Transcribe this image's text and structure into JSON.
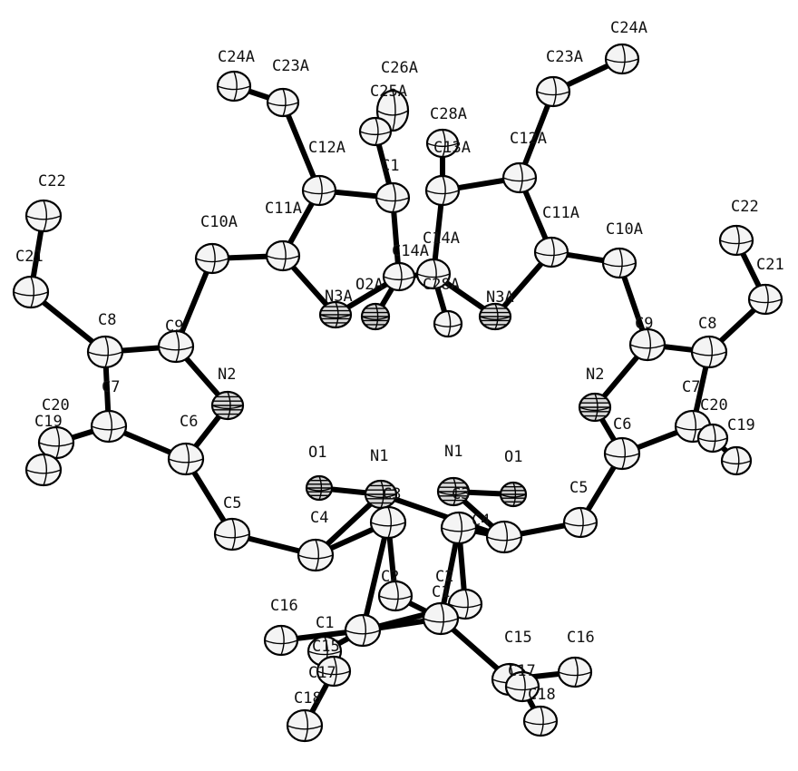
{
  "diagram": {
    "atoms": [
      {
        "id": "c24a_l",
        "label": "C24A",
        "element": "C"
      },
      {
        "id": "c23a_l",
        "label": "C23A",
        "element": "C"
      },
      {
        "id": "c26a",
        "label": "C26A",
        "element": "C"
      },
      {
        "id": "c25a",
        "label": "C25A",
        "element": "C"
      },
      {
        "id": "c12a_l",
        "label": "C12A",
        "element": "C"
      },
      {
        "id": "c13a_l",
        "label": "C1",
        "element": "C"
      },
      {
        "id": "c13a_r",
        "label": "C13A",
        "element": "C"
      },
      {
        "id": "c12a_r",
        "label": "C12A",
        "element": "C"
      },
      {
        "id": "c23a_r",
        "label": "C23A",
        "element": "C"
      },
      {
        "id": "c24a_r",
        "label": "C24A",
        "element": "C"
      },
      {
        "id": "c28a_top",
        "label": "C28A",
        "element": "C"
      },
      {
        "id": "c11a_l",
        "label": "C11A",
        "element": "C"
      },
      {
        "id": "c10a_l",
        "label": "C10A",
        "element": "C"
      },
      {
        "id": "c14a_l",
        "label": "C14A",
        "element": "C"
      },
      {
        "id": "c14a_r",
        "label": "C14A",
        "element": "C"
      },
      {
        "id": "c11a_r",
        "label": "C11A",
        "element": "C"
      },
      {
        "id": "c10a_r",
        "label": "C10A",
        "element": "C"
      },
      {
        "id": "n3a_l",
        "label": "N3A",
        "element": "N"
      },
      {
        "id": "o2a",
        "label": "O2A",
        "element": "O"
      },
      {
        "id": "c28a_low",
        "label": "C28A",
        "element": "C"
      },
      {
        "id": "n3a_r",
        "label": "N3A",
        "element": "N"
      },
      {
        "id": "c22_l",
        "label": "C22",
        "element": "C"
      },
      {
        "id": "c21_l",
        "label": "C21",
        "element": "C"
      },
      {
        "id": "c8_l",
        "label": "C8",
        "element": "C"
      },
      {
        "id": "c9_l",
        "label": "C9",
        "element": "C"
      },
      {
        "id": "n2_l",
        "label": "N2",
        "element": "N"
      },
      {
        "id": "c7_l",
        "label": "C7",
        "element": "C"
      },
      {
        "id": "c6_l",
        "label": "C6",
        "element": "C"
      },
      {
        "id": "c20_l",
        "label": "C20",
        "element": "C"
      },
      {
        "id": "c19_l",
        "label": "C19",
        "element": "C"
      },
      {
        "id": "c5_l",
        "label": "C5",
        "element": "C"
      },
      {
        "id": "c22_r",
        "label": "C22",
        "element": "C"
      },
      {
        "id": "c21_r",
        "label": "C21",
        "element": "C"
      },
      {
        "id": "c9_r",
        "label": "C9",
        "element": "C"
      },
      {
        "id": "c8_r",
        "label": "C8",
        "element": "C"
      },
      {
        "id": "n2_r",
        "label": "N2",
        "element": "N"
      },
      {
        "id": "c6_r",
        "label": "C6",
        "element": "C"
      },
      {
        "id": "c7_r",
        "label": "C7",
        "element": "C"
      },
      {
        "id": "c20_r",
        "label": "C20",
        "element": "C"
      },
      {
        "id": "c19_r",
        "label": "C19",
        "element": "C"
      },
      {
        "id": "c5_r",
        "label": "C5",
        "element": "C"
      },
      {
        "id": "o1_l",
        "label": "O1",
        "element": "O"
      },
      {
        "id": "n1_l",
        "label": "N1",
        "element": "N"
      },
      {
        "id": "n1_r",
        "label": "N1",
        "element": "N"
      },
      {
        "id": "o1_r",
        "label": "O1",
        "element": "O"
      },
      {
        "id": "c4_l",
        "label": "C4",
        "element": "C"
      },
      {
        "id": "c3_l",
        "label": "C3",
        "element": "C"
      },
      {
        "id": "c4_r",
        "label": "C4",
        "element": "C"
      },
      {
        "id": "c3_r",
        "label": "C3",
        "element": "C"
      },
      {
        "id": "c2_l",
        "label": "C2",
        "element": "C"
      },
      {
        "id": "c2_r",
        "label": "C2",
        "element": "C"
      },
      {
        "id": "c1_l",
        "label": "C1",
        "element": "C"
      },
      {
        "id": "c1_r",
        "label": "C1",
        "element": "C"
      },
      {
        "id": "c16_l",
        "label": "C16",
        "element": "C"
      },
      {
        "id": "c15_l",
        "label": "C15",
        "element": "C"
      },
      {
        "id": "c17_l",
        "label": "C17",
        "element": "C"
      },
      {
        "id": "c18_l",
        "label": "C18",
        "element": "C"
      },
      {
        "id": "c15_r",
        "label": "C15",
        "element": "C"
      },
      {
        "id": "c17_r",
        "label": "C17",
        "element": "C"
      },
      {
        "id": "c16_r",
        "label": "C16",
        "element": "C"
      },
      {
        "id": "c18_r",
        "label": "C18",
        "element": "C"
      }
    ],
    "bonds": [
      [
        "c24a_l",
        "c23a_l"
      ],
      [
        "c23a_l",
        "c12a_l"
      ],
      [
        "c12a_l",
        "c13a_l"
      ],
      [
        "c12a_l",
        "c11a_l"
      ],
      [
        "c13a_l",
        "c14a_l"
      ],
      [
        "c13a_l",
        "c25a"
      ],
      [
        "c25a",
        "c26a"
      ],
      [
        "c11a_l",
        "c10a_l"
      ],
      [
        "c11a_l",
        "n3a_l"
      ],
      [
        "n3a_l",
        "c14a_l"
      ],
      [
        "c14a_l",
        "o2a"
      ],
      [
        "c14a_l",
        "c14a_r"
      ],
      [
        "c14a_r",
        "c28a_low"
      ],
      [
        "c14a_r",
        "n3a_r"
      ],
      [
        "c14a_r",
        "c13a_r"
      ],
      [
        "c13a_r",
        "c28a_top"
      ],
      [
        "c13a_r",
        "c12a_r"
      ],
      [
        "c12a_r",
        "c23a_r"
      ],
      [
        "c23a_r",
        "c24a_r"
      ],
      [
        "c12a_r",
        "c11a_r"
      ],
      [
        "c11a_r",
        "n3a_r"
      ],
      [
        "c11a_r",
        "c10a_r"
      ],
      [
        "c10a_l",
        "c9_l"
      ],
      [
        "c9_l",
        "c8_l"
      ],
      [
        "c9_l",
        "n2_l"
      ],
      [
        "c8_l",
        "c21_l"
      ],
      [
        "c21_l",
        "c22_l"
      ],
      [
        "c8_l",
        "c7_l"
      ],
      [
        "c7_l",
        "c6_l"
      ],
      [
        "c7_l",
        "c20_l"
      ],
      [
        "c20_l",
        "c19_l"
      ],
      [
        "c6_l",
        "n2_l"
      ],
      [
        "c6_l",
        "c5_l"
      ],
      [
        "c5_l",
        "c4_l"
      ],
      [
        "c10a_r",
        "c9_r"
      ],
      [
        "c9_r",
        "c8_r"
      ],
      [
        "c9_r",
        "n2_r"
      ],
      [
        "c8_r",
        "c21_r"
      ],
      [
        "c21_r",
        "c22_r"
      ],
      [
        "c8_r",
        "c7_r"
      ],
      [
        "c7_r",
        "c6_r"
      ],
      [
        "c7_r",
        "c20_r"
      ],
      [
        "c20_r",
        "c19_r"
      ],
      [
        "c6_r",
        "n2_r"
      ],
      [
        "c6_r",
        "c5_r"
      ],
      [
        "c5_r",
        "c4_r"
      ],
      [
        "c4_l",
        "n1_l"
      ],
      [
        "c4_l",
        "c3_l"
      ],
      [
        "n1_l",
        "o1_l"
      ],
      [
        "n1_l",
        "c4_r"
      ],
      [
        "c4_r",
        "n1_r"
      ],
      [
        "c4_r",
        "c3_r"
      ],
      [
        "n1_r",
        "o1_r"
      ],
      [
        "c3_l",
        "c2_l"
      ],
      [
        "c3_l",
        "c1_l"
      ],
      [
        "c3_r",
        "c2_r"
      ],
      [
        "c3_r",
        "c1_r"
      ],
      [
        "c2_l",
        "c1_r"
      ],
      [
        "c2_r",
        "c1_l"
      ],
      [
        "c1_l",
        "c1_r"
      ],
      [
        "c1_l",
        "c16_l"
      ],
      [
        "c1_l",
        "c15_l"
      ],
      [
        "c15_l",
        "c17_l"
      ],
      [
        "c17_l",
        "c18_l"
      ],
      [
        "c1_r",
        "c15_r"
      ],
      [
        "c15_r",
        "c17_r"
      ],
      [
        "c17_r",
        "c18_r"
      ],
      [
        "c15_r",
        "c16_r"
      ]
    ],
    "colors": {
      "bond": "#000000",
      "atom_fill": "#f4f4f4",
      "hetero_fill": "#d9d9d9"
    }
  }
}
